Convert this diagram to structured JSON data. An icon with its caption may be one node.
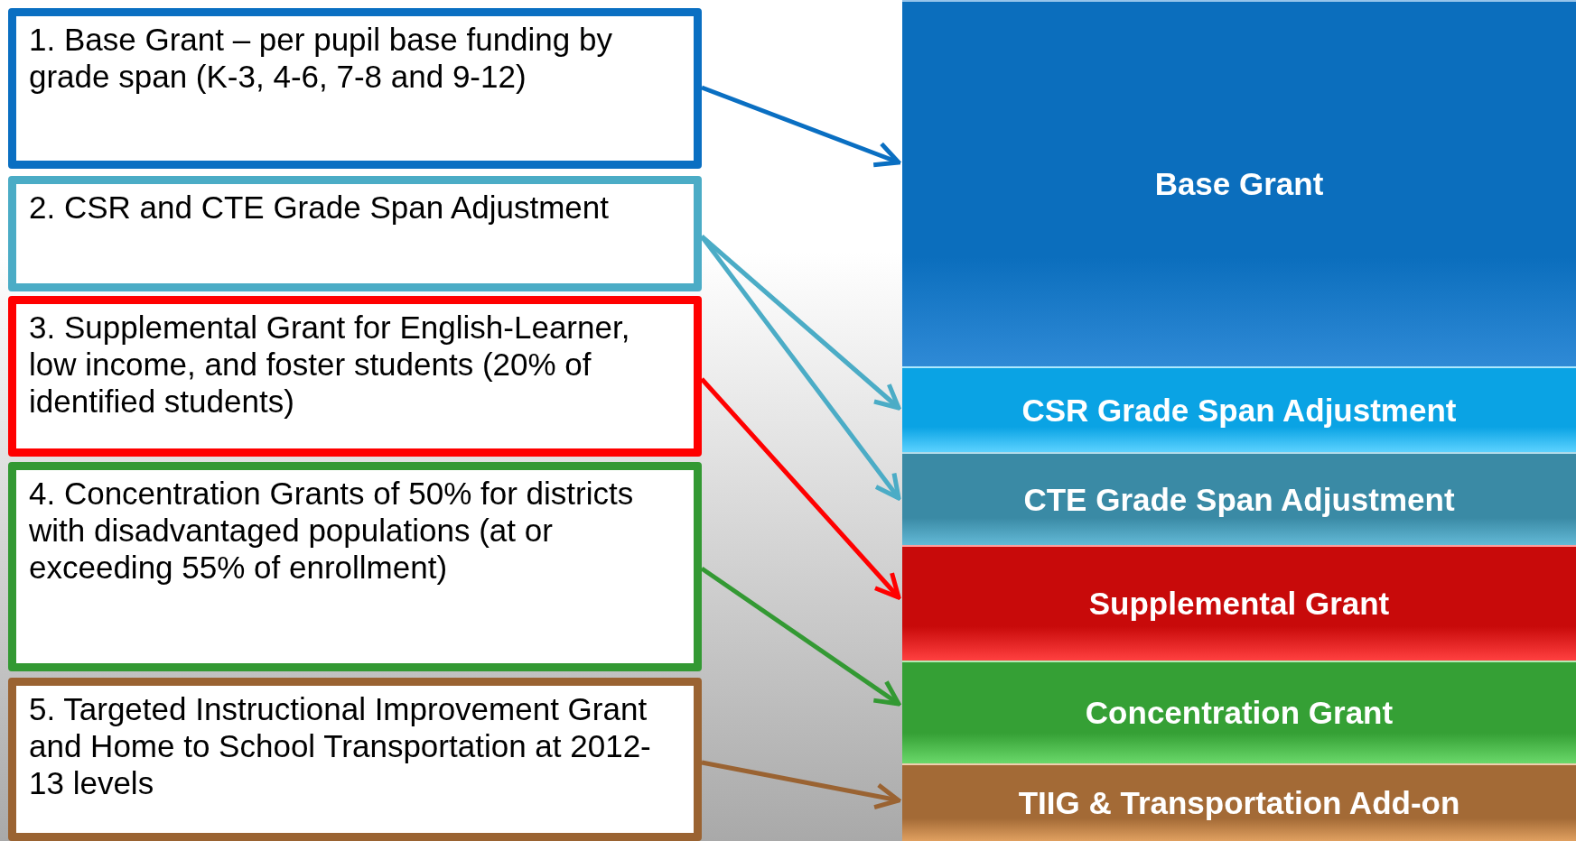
{
  "diagram": {
    "nodes": [
      {
        "text": [
          "1. Base Grant – per pupil base funding by grade span (K-3, 4-6, 7-8 and 9-12)"
        ]
      },
      {
        "text": [
          "2. CSR and CTE Grade Span Adjustment"
        ]
      },
      {
        "text": [
          "3. Supplemental Grant for English-Learner, low income, and foster students (20% of identified students)"
        ]
      },
      {
        "text": [
          "4. Concentration Grants of 50% for districts with disadvantaged populations (at or exceeding  55%  of enrollment)"
        ]
      },
      {
        "text": [
          "5. Targeted Instructional Improvement Grant and Home to School Transportation at 2012-13 levels"
        ]
      },
      {
        "text": [
          "Base Grant"
        ]
      },
      {
        "text": [
          "CSR Grade Span Adjustment"
        ]
      },
      {
        "text": [
          "CTE  Grade Span Adjustment"
        ]
      },
      {
        "text": [
          "Supplemental Grant"
        ]
      },
      {
        "text": [
          "Concentration Grant"
        ]
      },
      {
        "text": [
          "TIIG & Transportation Add-on"
        ]
      }
    ],
    "edges": [
      {
        "from": 0,
        "to": 5,
        "arrow": "to",
        "color": "#0a6fc2"
      },
      {
        "from": 1,
        "to": 6,
        "arrow": "to",
        "color": "#4bacc6"
      },
      {
        "from": 1,
        "to": 7,
        "arrow": "to",
        "color": "#4bacc6"
      },
      {
        "from": 2,
        "to": 8,
        "arrow": "to",
        "color": "#ff0000"
      },
      {
        "from": 3,
        "to": 9,
        "arrow": "to",
        "color": "#339933"
      },
      {
        "from": 4,
        "to": 10,
        "arrow": "to",
        "color": "#9a6332"
      }
    ]
  }
}
